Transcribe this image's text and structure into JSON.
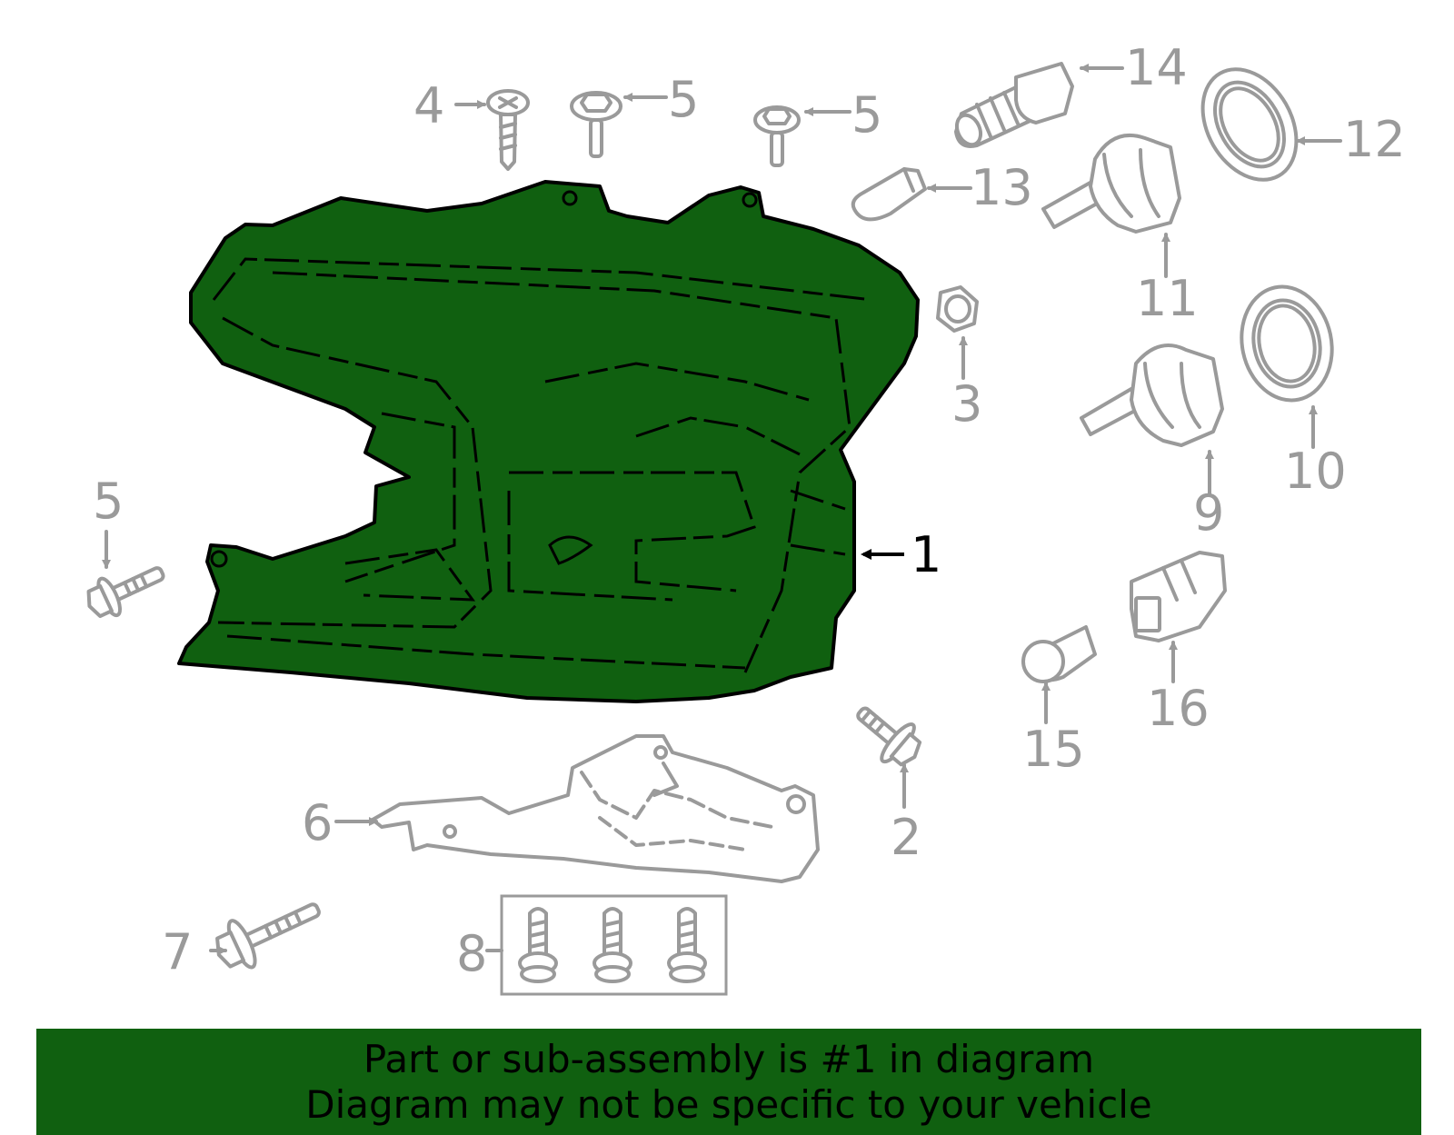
{
  "colors": {
    "highlight": "#106010",
    "part_outline": "#9a9a9a",
    "active_callout": "#000000",
    "banner": "#106010"
  },
  "callouts": {
    "c1": "1",
    "c2": "2",
    "c3": "3",
    "c4": "4",
    "c5a": "5",
    "c5b": "5",
    "c5c": "5",
    "c6": "6",
    "c7": "7",
    "c8": "8",
    "c9": "9",
    "c10": "10",
    "c11": "11",
    "c12": "12",
    "c13": "13",
    "c14": "14",
    "c15": "15",
    "c16": "16"
  },
  "highlighted_part": "1",
  "banner": {
    "line1": "Part or sub-assembly is #1 in diagram",
    "line2": "Diagram may not be specific to your vehicle"
  }
}
